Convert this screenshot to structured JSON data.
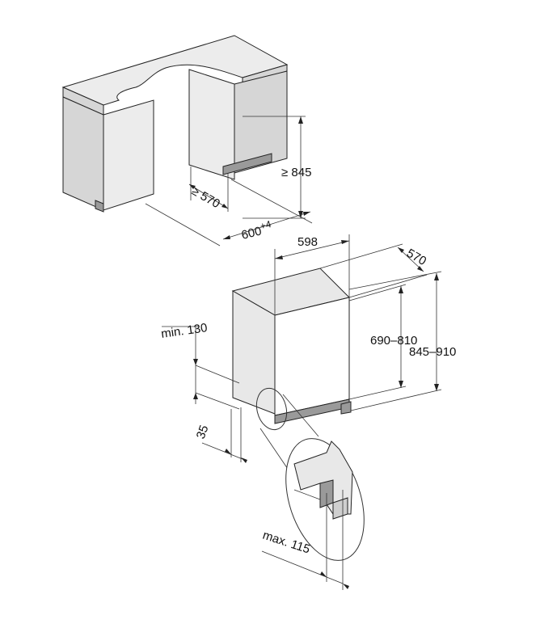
{
  "colors": {
    "cabinet_front": "#d6d6d6",
    "cabinet_side": "#ececec",
    "panel": "#9a9a9a",
    "appliance_side": "#e8e8e8",
    "appliance_front": "#ffffff",
    "line": "#222222"
  },
  "dimensions": {
    "niche_depth": "≥ 570",
    "niche_height": "≥ 845",
    "niche_width_base": "600",
    "niche_width_tol": "+4",
    "appliance_width": "598",
    "appliance_depth": "570",
    "min_130": "min. 130",
    "dim_35": "35",
    "door_height": "690–810",
    "total_height": "845–910",
    "max_115": "max. 115"
  }
}
